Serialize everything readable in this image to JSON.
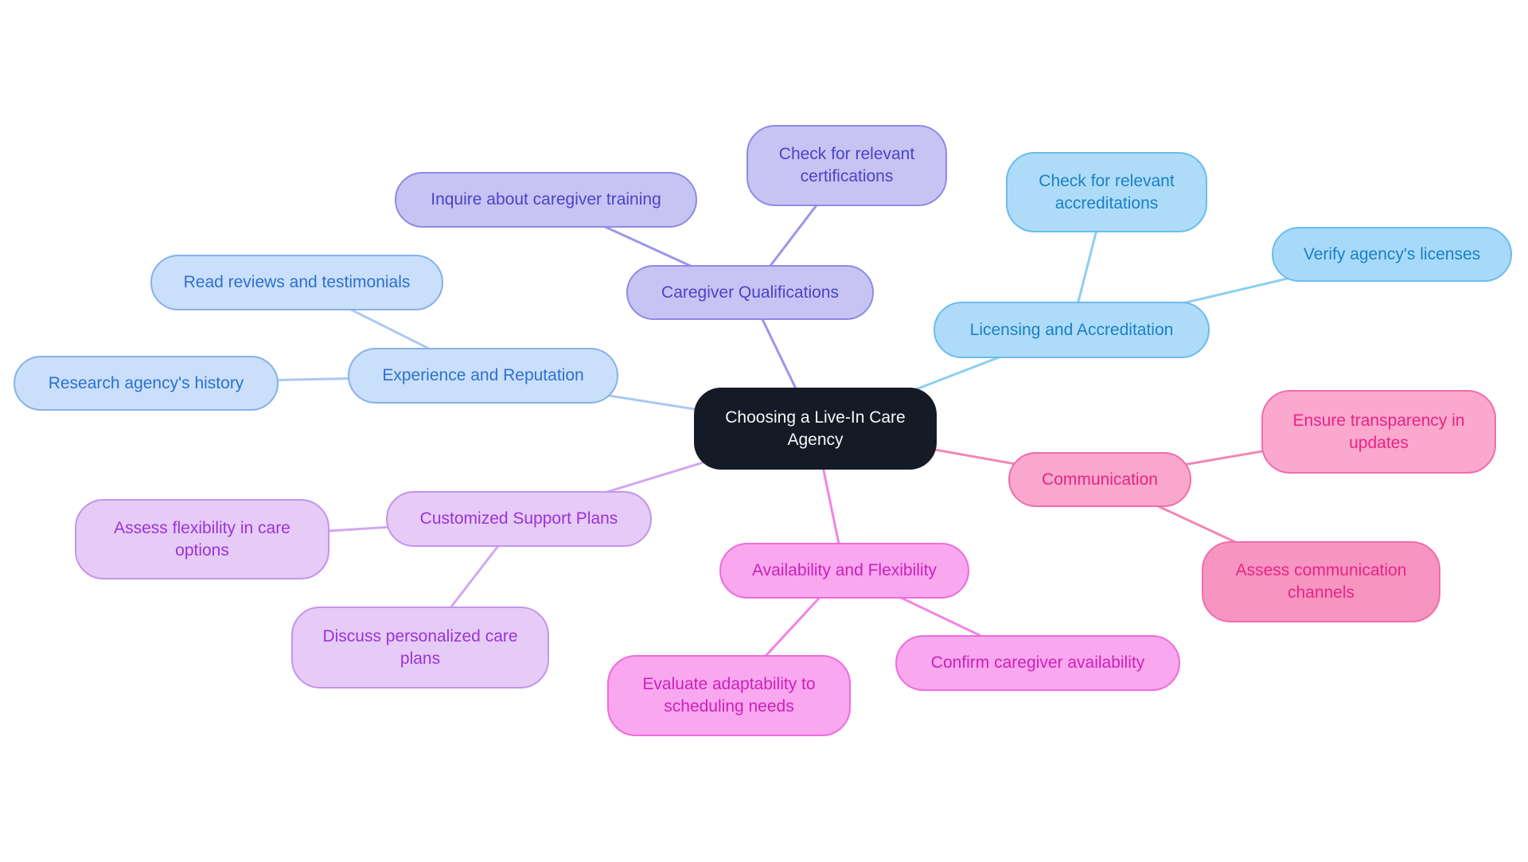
{
  "mindmap": {
    "central": {
      "label": "Choosing a Live-In Care Agency",
      "colors": {
        "bg": "#141b26",
        "text": "#f5f7fa"
      }
    },
    "branches": [
      {
        "label": "Caregiver Qualifications",
        "colors": {
          "bg": "#c7c4f3",
          "border": "#8f8ae4",
          "text": "#4b44c7",
          "edge": "#9a95ec"
        },
        "children": [
          {
            "label": "Check for relevant certifications"
          },
          {
            "label": "Inquire about caregiver training"
          }
        ]
      },
      {
        "label": "Licensing and Accreditation",
        "colors": {
          "bg": "#aedcf8",
          "border": "#6cbbee",
          "text": "#1b80c6",
          "edge": "#8ecdf4"
        },
        "children": [
          {
            "label": "Check for relevant accreditations"
          },
          {
            "label": "Verify agency's licenses",
            "bg": "#a7daf8"
          }
        ]
      },
      {
        "label": "Experience and Reputation",
        "colors": {
          "bg": "#cadffa",
          "border": "#86b1ec",
          "text": "#2d70d1",
          "edge": "#a9c9f2"
        },
        "children": [
          {
            "label": "Read reviews and testimonials"
          },
          {
            "label": "Research agency's history"
          }
        ]
      },
      {
        "label": "Communication",
        "colors": {
          "bg": "#f9a7cc",
          "border": "#f16dab",
          "text": "#e82385",
          "edge": "#f285b7"
        },
        "children": [
          {
            "label": "Ensure transparency in updates",
            "bg": "#fba8ce"
          },
          {
            "label": "Assess communication channels",
            "bg": "#f795c2"
          }
        ]
      },
      {
        "label": "Customized Support Plans",
        "colors": {
          "bg": "#e5cbf6",
          "border": "#c495ea",
          "text": "#9d32d8",
          "edge": "#d2a6f0"
        },
        "children": [
          {
            "label": "Assess flexibility in care options"
          },
          {
            "label": "Discuss personalized care plans"
          }
        ]
      },
      {
        "label": "Availability and Flexibility",
        "colors": {
          "bg": "#f9a7ee",
          "border": "#ee6cdd",
          "text": "#cd1fba",
          "edge": "#f283e4"
        },
        "children": [
          {
            "label": "Evaluate adaptability to scheduling needs"
          },
          {
            "label": "Confirm caregiver availability"
          }
        ]
      }
    ]
  }
}
